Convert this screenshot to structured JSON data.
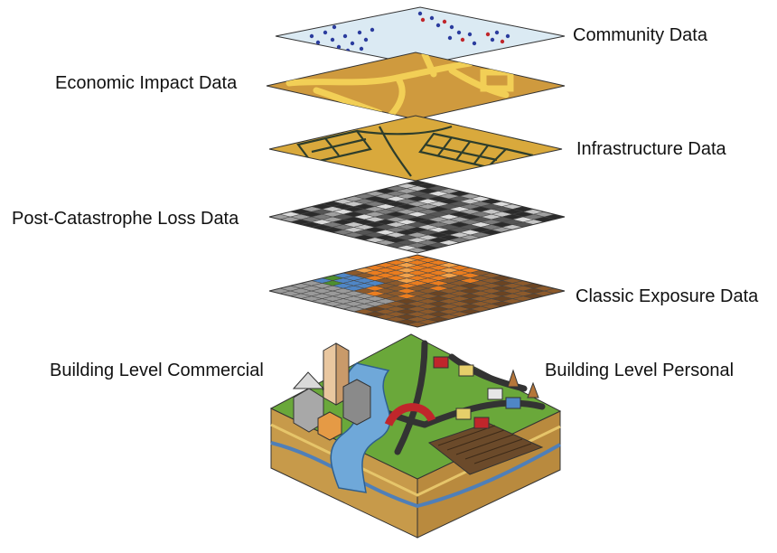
{
  "labels": {
    "community": "Community Data",
    "economic": "Economic Impact Data",
    "infrastructure": "Infrastructure Data",
    "loss": "Post-Catastrophe Loss Data",
    "exposure": "Classic Exposure Data",
    "commercial": "Building Level Commercial",
    "personal": "Building Level Personal"
  },
  "colors": {
    "community_layer": "#dbeaf3",
    "community_dot_blue": "#2b3c9e",
    "community_dot_red": "#c0262b",
    "economic_layer": "#cf9a3e",
    "economic_roads": "#f2cf56",
    "infrastructure_layer": "#d9a93c",
    "infrastructure_lines": "#2d3d2c",
    "loss_dark": "#2b2b2b",
    "loss_light": "#cfcfcf",
    "exposure_grey": "#9a9a9a",
    "exposure_blue": "#4f86c6",
    "exposure_orange": "#ea7d1f",
    "exposure_brown": "#8d5a2b",
    "exposure_green": "#4d8f2f",
    "grass": "#6aa83a",
    "river": "#6fa8d9",
    "soil": "#c79a4a"
  }
}
